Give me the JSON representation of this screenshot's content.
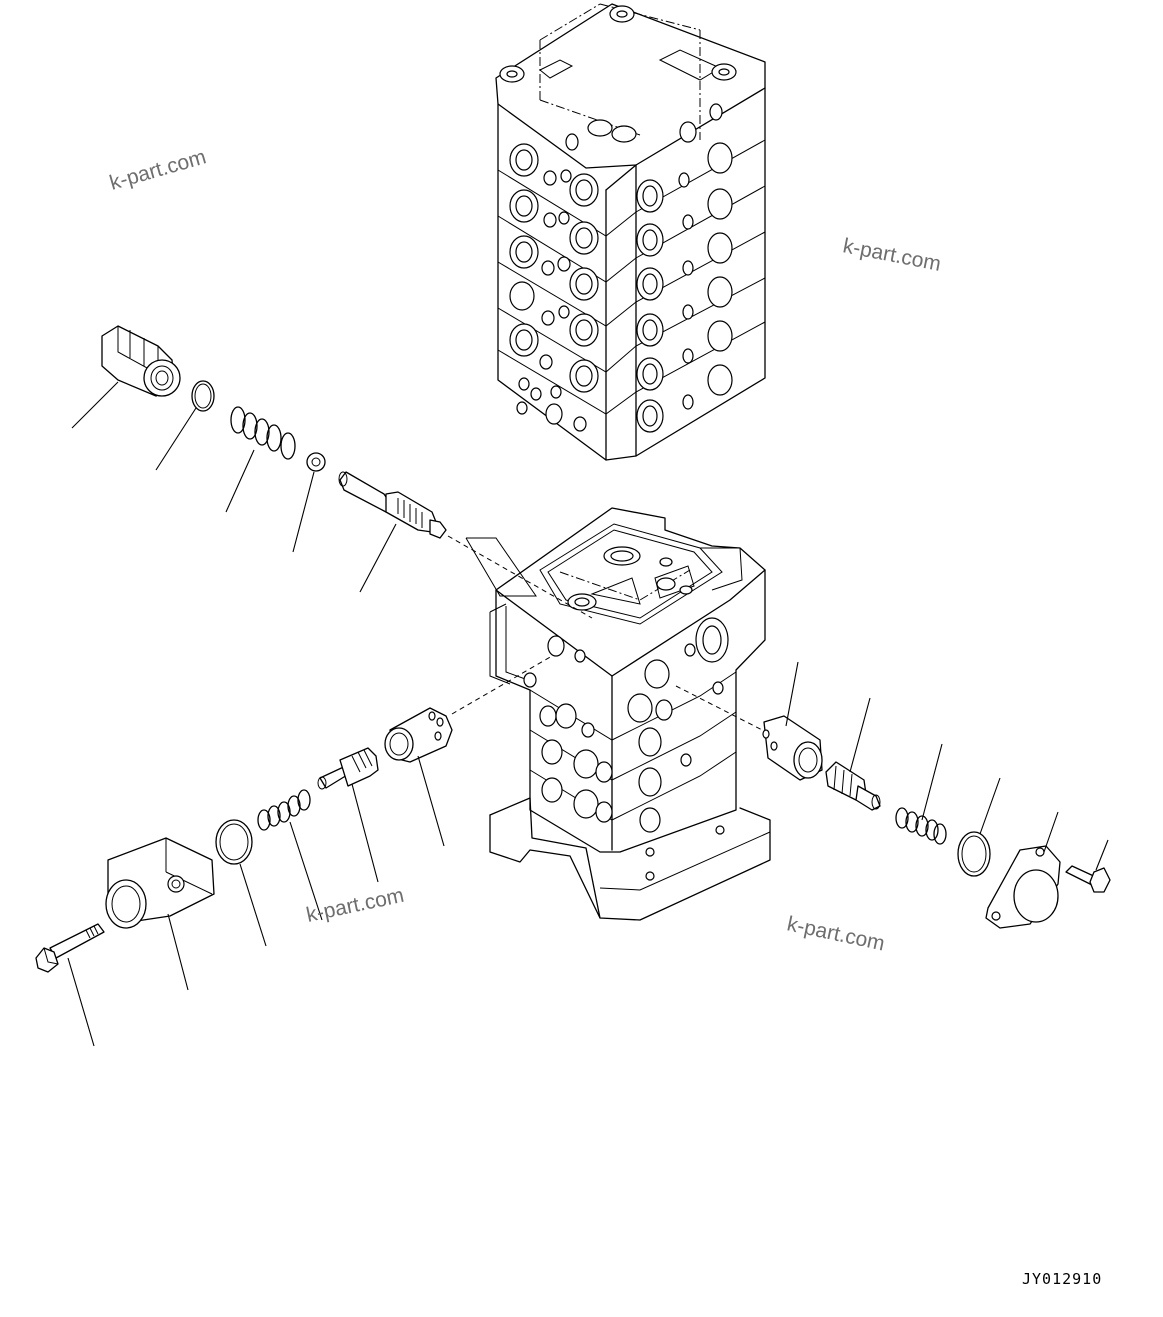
{
  "watermarks": [
    "k-part.com",
    "k-part.com",
    "k-part.com",
    "k-part.com"
  ],
  "drawing_code": "JY012910",
  "colors": {
    "line": "#000000",
    "background": "#ffffff",
    "watermark": "#6e6e6e"
  }
}
